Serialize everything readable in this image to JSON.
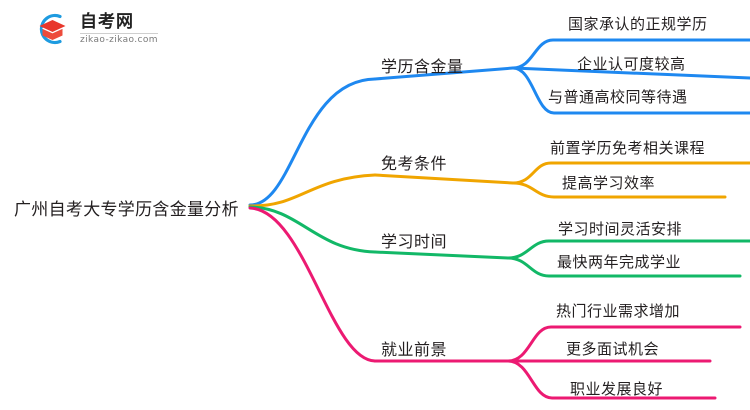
{
  "logo": {
    "title": "自考网",
    "subtitle": "zikao-zikao.com",
    "mark_name": "graduation-cap-logo",
    "colors": {
      "arc": "#1E9BE0",
      "cap": "#E8372C"
    }
  },
  "mindmap": {
    "root": {
      "label": "广州自考大专学历含金量分析"
    },
    "branches": [
      {
        "label": "学历含金量",
        "color": "#1E88F0",
        "leaves": [
          {
            "label": "国家承认的正规学历"
          },
          {
            "label": "企业认可度较高"
          },
          {
            "label": "与普通高校同等待遇"
          }
        ]
      },
      {
        "label": "免考条件",
        "color": "#F0A500",
        "leaves": [
          {
            "label": "前置学历免考相关课程"
          },
          {
            "label": "提高学习效率"
          }
        ]
      },
      {
        "label": "学习时间",
        "color": "#12B867",
        "leaves": [
          {
            "label": "学习时间灵活安排"
          },
          {
            "label": "最快两年完成学业"
          }
        ]
      },
      {
        "label": "就业前景",
        "color": "#EC1A72",
        "leaves": [
          {
            "label": "热门行业需求增加"
          },
          {
            "label": "更多面试机会"
          },
          {
            "label": "职业发展良好"
          }
        ]
      }
    ]
  }
}
